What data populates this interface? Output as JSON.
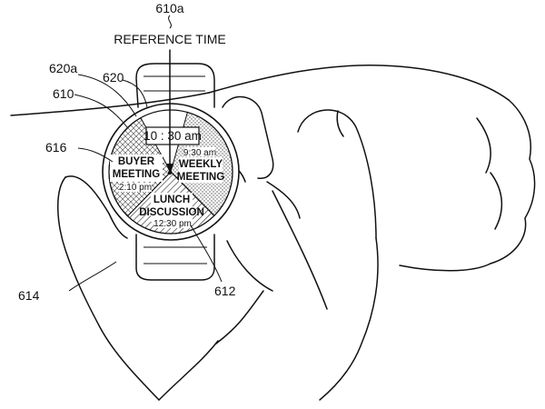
{
  "labels": {
    "ref_number": "610a",
    "ref_caption": "REFERENCE TIME",
    "bezel": "620a",
    "watch": "620",
    "face": "610",
    "sector_left": "616",
    "sector_right": "612",
    "hand": "614"
  },
  "clock": {
    "reference_time": "10 : 30 am"
  },
  "events": {
    "buyer": {
      "line1": "BUYER",
      "line2": "MEETING",
      "time": "2:10 pm"
    },
    "weekly": {
      "time": "9:30 am",
      "line1": "WEEKLY",
      "line2": "MEETING"
    },
    "lunch": {
      "line1": "LUNCH",
      "line2": "DISCUSSION",
      "time": "12:30 pm"
    }
  }
}
